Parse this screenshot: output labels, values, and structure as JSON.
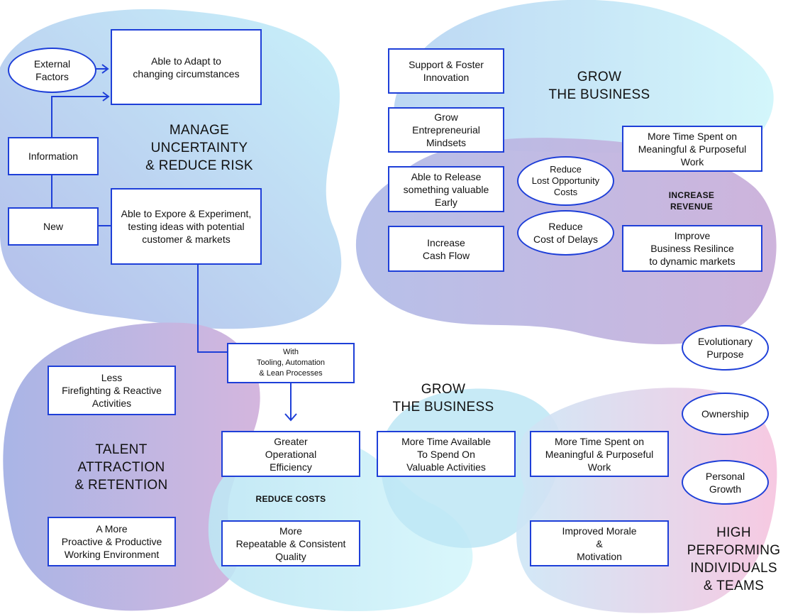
{
  "sections": {
    "manage_uncertainty": "MANAGE\nUNCERTAINTY\n& REDUCE RISK",
    "grow_business_top": "GROW\nTHE BUSINESS",
    "grow_business_mid": "GROW\nTHE BUSINESS",
    "talent": "TALENT\nATTRACTION\n& RETENTION",
    "high_performing": "HIGH\nPERFORMING\nINDIVIDUALS\n& TEAMS"
  },
  "labels": {
    "increase_revenue": "INCREASE\nREVENUE",
    "reduce_costs": "REDUCE COSTS"
  },
  "nodes": {
    "external_factors": "External\nFactors",
    "information": "Information",
    "new": "New",
    "adapt": "Able to Adapt to\nchanging circumstances",
    "explore": "Able to Expore & Experiment,\ntesting ideas with potential\ncustomer & markets",
    "tooling": "With\nTooling, Automation\n& Lean Processes",
    "support_innovation": "Support & Foster\nInnovation",
    "entrepreneurial": "Grow\nEntrepreneurial\nMindsets",
    "release_early": "Able to Release\nsomething valuable\nEarly",
    "cash_flow": "Increase\nCash Flow",
    "lost_opportunity": "Reduce\nLost Opportunity\nCosts",
    "cost_of_delays": "Reduce\nCost of Delays",
    "meaningful_top": "More Time Spent on\nMeaningful & Purposeful\nWork",
    "resilience": "Improve\nBusiness Resilince\nto dynamic markets",
    "evolutionary": "Evolutionary\nPurpose",
    "ownership": "Ownership",
    "personal_growth": "Personal\nGrowth",
    "less_firefighting": "Less\nFirefighting & Reactive\nActivities",
    "proactive": "A More\nProactive & Productive\nWorking Environment",
    "efficiency": "Greater\nOperational\nEfficiency",
    "repeatable": "More\nRepeatable & Consistent\nQuality",
    "time_available": "More Time Available\nTo Spend On\nValuable Activities",
    "meaningful_bottom": "More Time Spent on\nMeaningful & Purposeful\nWork",
    "morale": "Improved Morale\n&\nMotivation"
  },
  "colors": {
    "border": "#1e3fd8",
    "blob_blue": "#b3c2ea",
    "blob_cyan": "#c9f0f9",
    "blob_purple": "#c5b3de",
    "blob_pink": "#f4c8e2"
  }
}
